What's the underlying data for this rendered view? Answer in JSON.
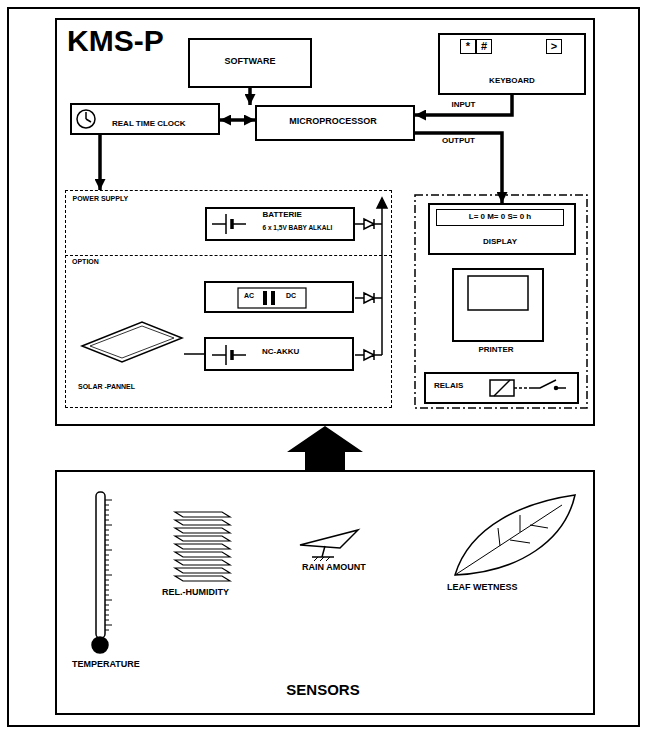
{
  "diagram": {
    "nodes": [
      {
        "text": [
          "KMS-P"
        ]
      },
      {
        "text": [
          "SOFTWARE"
        ],
        "in": 0
      },
      {
        "text": [
          "*",
          "#",
          ">",
          "KEYBOARD"
        ],
        "in": 0
      },
      {
        "text": [
          "REAL TIME CLOCK"
        ],
        "in": 0
      },
      {
        "text": [
          "MICROPROCESSOR"
        ],
        "in": 0
      },
      {
        "text": [
          "POWER SUPPLY"
        ],
        "in": 0
      },
      {
        "text": [
          "BATTERIE",
          "6 x 1,5V BABY ALKALI"
        ],
        "in": 5
      },
      {
        "text": [
          "OPTION"
        ],
        "in": 5
      },
      {
        "text": [
          "AC",
          "DC"
        ],
        "in": 7
      },
      {
        "text": [
          "SOLAR -PANNEL"
        ],
        "in": 7
      },
      {
        "text": [
          "NC-AKKU"
        ],
        "in": 7
      },
      {
        "text": [
          "L= 0 M= 0 S= 0 h",
          "DISPLAY"
        ],
        "in": 0
      },
      {
        "text": [
          "PRINTER"
        ],
        "in": 0
      },
      {
        "text": [
          "RELAIS"
        ],
        "in": 0
      },
      {
        "text": [
          "SENSORS"
        ]
      }
    ],
    "edges": [
      {
        "from": 1,
        "to": 4,
        "arrow": "to"
      },
      {
        "from": 2,
        "to": 4,
        "arrow": "to",
        "label": "INPUT"
      },
      {
        "from": 3,
        "to": 4,
        "arrow": "both"
      },
      {
        "from": 4,
        "to": 11,
        "arrow": "to",
        "label": "OUTPUT"
      },
      {
        "from": 3,
        "to": 5,
        "arrow": "to"
      },
      {
        "from": 14,
        "to": 0,
        "arrow": "to"
      },
      {
        "from": 9,
        "to": 10,
        "arrow": "none"
      }
    ],
    "labels": [
      "TEMPERATURE",
      "REL.-HUMIDITY",
      "RAIN AMOUNT",
      "LEAF WETNESS"
    ]
  }
}
